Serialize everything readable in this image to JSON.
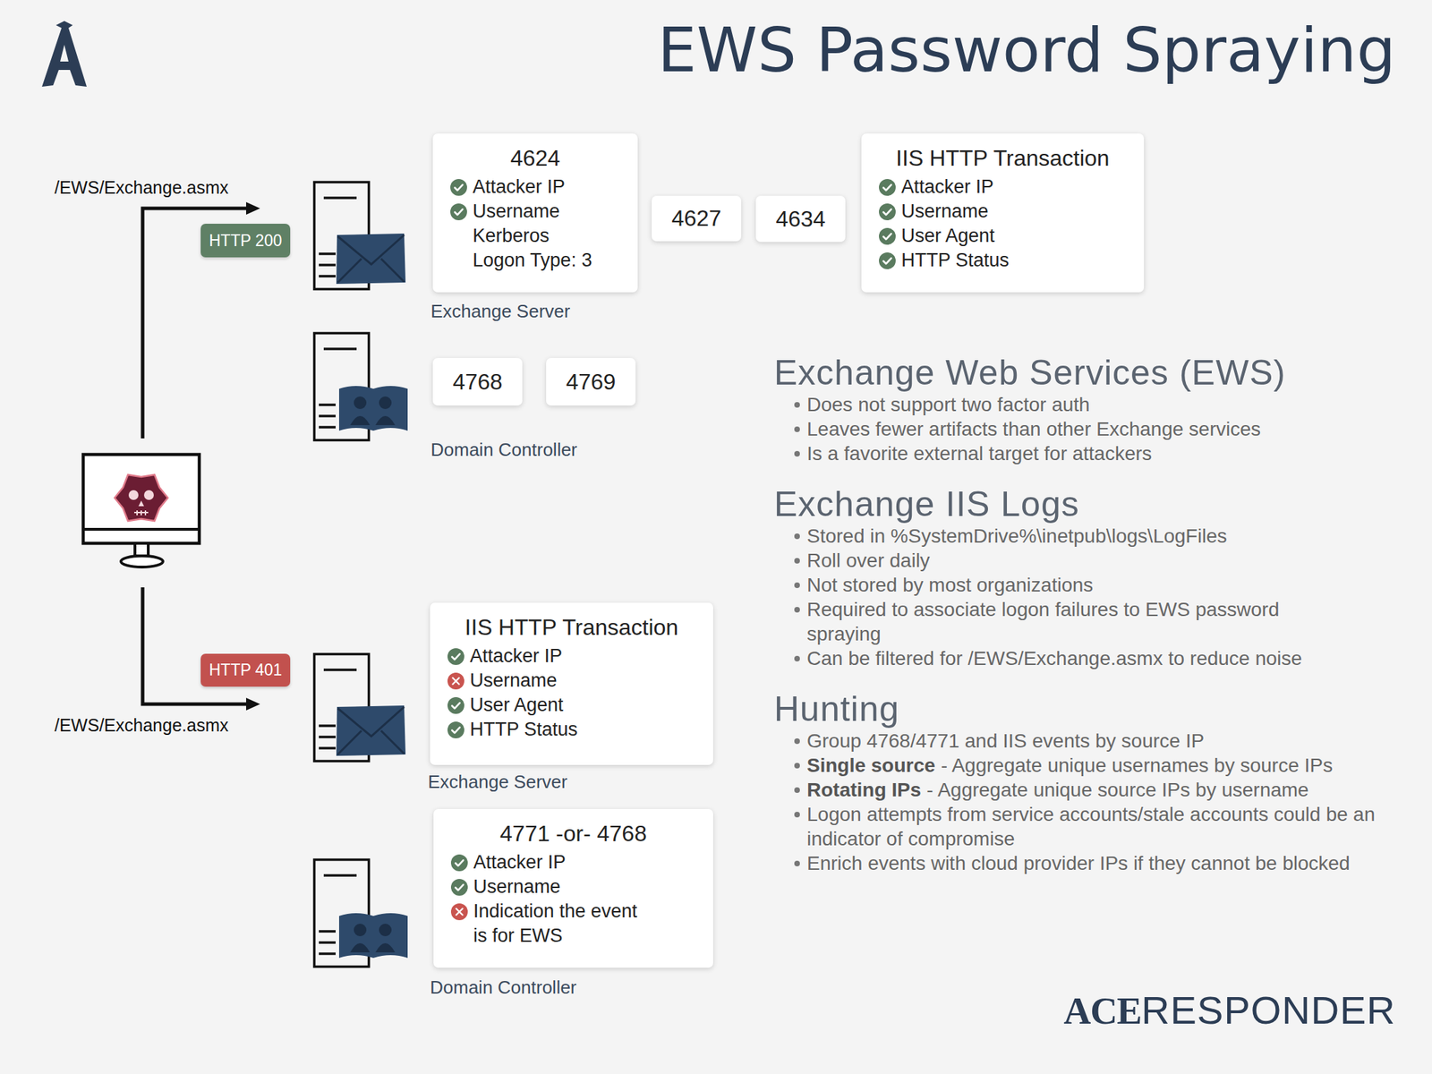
{
  "diagram": {
    "title": "EWS Password Spraying",
    "nodes": [
      {
        "text": [
          "HTTP 200"
        ]
      },
      {
        "text": [
          "4624",
          "Attacker IP",
          "Username",
          "Kerberos",
          "Logon Type: 3"
        ]
      },
      {
        "text": [
          "4627"
        ]
      },
      {
        "text": [
          "4634"
        ]
      },
      {
        "text": [
          "IIS HTTP Transaction",
          "Attacker IP",
          "Username",
          "User Agent",
          "HTTP Status"
        ]
      },
      {
        "text": [
          "4768"
        ]
      },
      {
        "text": [
          "4769"
        ]
      },
      {
        "text": [
          "HTTP 401"
        ]
      },
      {
        "text": [
          "IIS HTTP Transaction",
          "Attacker IP",
          "Username",
          "User Agent",
          "HTTP Status"
        ]
      },
      {
        "text": [
          "4771 -or- 4768",
          "Attacker IP",
          "Username",
          "Indication the event is for EWS"
        ]
      }
    ],
    "labels": [
      "/EWS/Exchange.asmx",
      "Exchange Server",
      "Domain Controller",
      "Exchange Web Services (EWS)",
      "Does not support two factor auth",
      "Leaves fewer artifacts than other Exchange services",
      "Is a favorite external target for attackers",
      "Exchange IIS Logs",
      "Stored in %SystemDrive%\\inetpub\\logs\\LogFiles",
      "Roll over daily",
      "Not stored by most organizations",
      "Required to associate logon failures to EWS password spraying",
      "Can be filtered for /EWS/Exchange.asmx to reduce noise",
      "Hunting",
      "Group 4768/4771 and IIS events by source IP",
      "Single source",
      "- Aggregate unique usernames by source IPs",
      "Rotating IPs",
      "- Aggregate unique source IPs by username",
      "Logon attempts from service accounts/stale accounts could be an indicator of compromise",
      "Enrich events with cloud provider IPs if they cannot be blocked",
      "/EWS/Exchange.asmx",
      "Exchange Server",
      "Domain Controller",
      "ACE",
      "RESPONDER"
    ]
  }
}
